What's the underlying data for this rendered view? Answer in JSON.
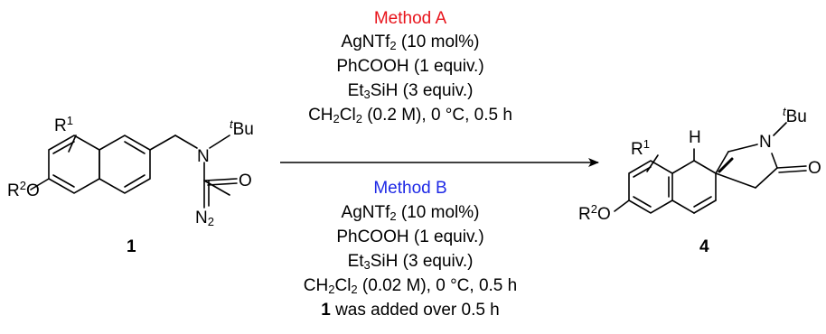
{
  "colors": {
    "method_a": "#e8141c",
    "method_b": "#1f2ae6",
    "ink": "#000000"
  },
  "substrate": {
    "compound_number": "1",
    "r1": "R",
    "r1_sup": "1",
    "r2": "R",
    "r2_sup": "2",
    "oxygen": "O",
    "nitrogen": "N",
    "tbu_sup": "t",
    "tbu": "Bu",
    "carbonyl_o": "O",
    "diazo": "N",
    "diazo_sub": "2"
  },
  "product": {
    "compound_number": "4",
    "h": "H",
    "r1": "R",
    "r1_sup": "1",
    "r2": "R",
    "r2_sup": "2",
    "oxygen": "O",
    "nitrogen": "N",
    "tbu_sup": "t",
    "tbu": "Bu",
    "carbonyl_o": "O"
  },
  "method_a": {
    "title": "Method A",
    "catalyst_a": "AgNTf",
    "catalyst_sub": "2",
    "catalyst_b": " (10 mol%)",
    "acid": "PhCOOH (1 equiv.)",
    "silane_a": "Et",
    "silane_sub": "3",
    "silane_b": "SiH (3 equiv.)",
    "solvent_a": "CH",
    "solvent_sub1": "2",
    "solvent_b": "Cl",
    "solvent_sub2": "2",
    "solvent_c": " (0.2 M), 0 °C, 0.5 h"
  },
  "method_b": {
    "title": "Method B",
    "catalyst_a": "AgNTf",
    "catalyst_sub": "2",
    "catalyst_b": " (10 mol%)",
    "acid": "PhCOOH (1 equiv.)",
    "silane_a": "Et",
    "silane_sub": "3",
    "silane_b": "SiH (3 equiv.)",
    "solvent_a": "CH",
    "solvent_sub1": "2",
    "solvent_b": "Cl",
    "solvent_sub2": "2",
    "solvent_c": " (0.02 M), 0 °C, 0.5 h",
    "addition_bold": "1",
    "addition_rest": " was added over 0.5 h"
  }
}
